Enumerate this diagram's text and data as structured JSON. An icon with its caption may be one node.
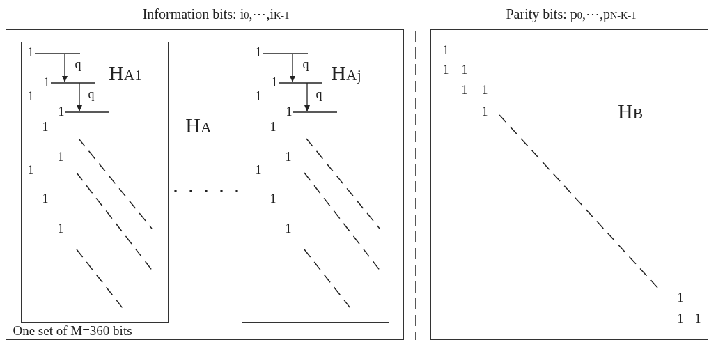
{
  "diagram": {
    "nodes": [
      {
        "text": [
          "Information bits: i$_{0}$,⋯,i$_{K-1}$",
          "H$_{A}$"
        ]
      },
      {
        "text": [
          "H$_{A1}$"
        ],
        "in": 0
      },
      {
        "text": [
          "H$_{Aj}$"
        ],
        "in": 0
      },
      {
        "text": [
          "Parity bits: p$_{0}$,⋯,p$_{N-K-1}$",
          "H$_{B}$"
        ]
      }
    ],
    "labels": [
      "1",
      "q",
      "1",
      "q",
      "1",
      "1",
      "1",
      "1",
      "1",
      "1",
      "1",
      "1",
      "q",
      "1",
      "q",
      "1",
      "1",
      "1",
      "1",
      "1",
      "1",
      "1",
      "One set of M=360 bits",
      "1",
      "1",
      "1",
      "1",
      "1",
      "1",
      "1",
      "1",
      "1"
    ]
  }
}
